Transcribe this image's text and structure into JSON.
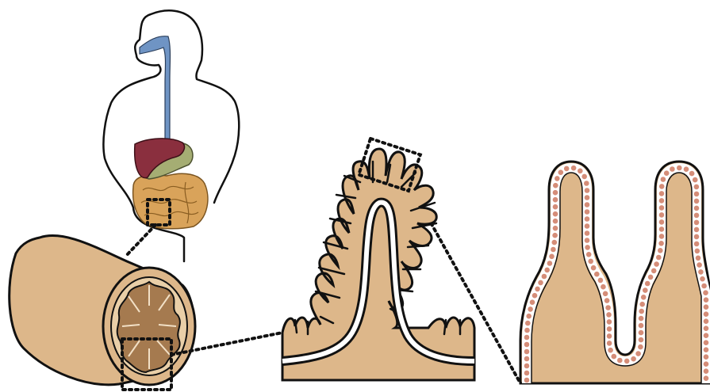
{
  "figure": {
    "panels": [
      {
        "id": "human-body",
        "depicts": "body-outline-icon"
      },
      {
        "id": "intestine-segment",
        "depicts": "intestine-cross-section-icon"
      },
      {
        "id": "fold",
        "depicts": "intestinal-fold-icon"
      },
      {
        "id": "villi",
        "depicts": "villi-epithelium-icon"
      }
    ]
  },
  "colors": {
    "outline": "#111111",
    "tissue": "#ddb78a",
    "tissue_dark": "#a57a4f",
    "esophagus": "#6f94c4",
    "stomach": "#8a2f3e",
    "liver": "#a5ad73",
    "intestine": "#d9a35a",
    "epithelial_cells": "#d58d78",
    "lumen_line": "#ffffff"
  }
}
